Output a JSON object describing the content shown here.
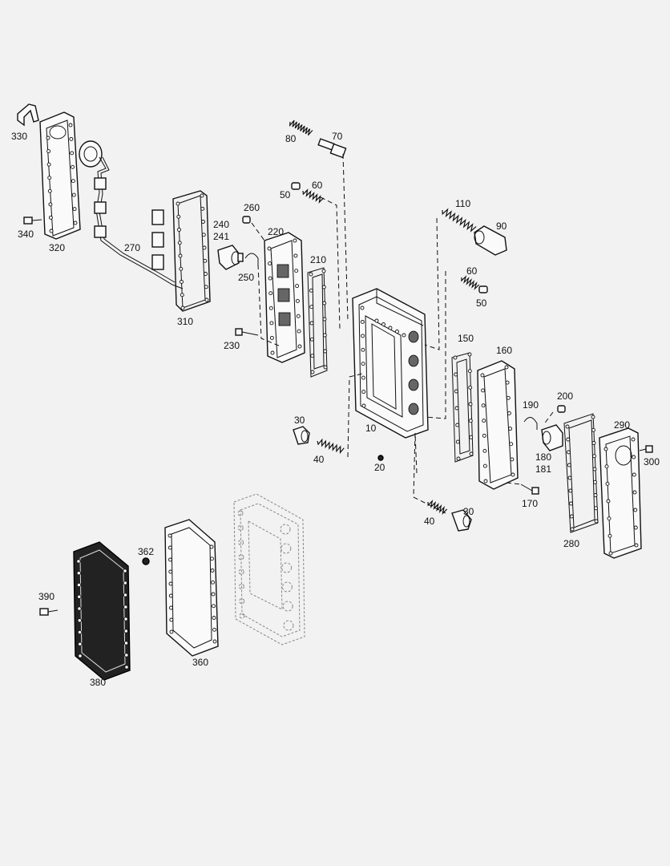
{
  "labels": {
    "l330": "330",
    "l320": "320",
    "l340": "340",
    "l270": "270",
    "l310": "310",
    "l80": "80",
    "l70": "70",
    "l50a": "50",
    "l60a": "60",
    "l260": "260",
    "l240": "240",
    "l241": "241",
    "l250": "250",
    "l220": "220",
    "l210": "210",
    "l230": "230",
    "l110": "110",
    "l90": "90",
    "l60b": "60",
    "l50b": "50",
    "l150": "150",
    "l160": "160",
    "l190": "190",
    "l200": "200",
    "l290": "290",
    "l300": "300",
    "l180": "180",
    "l181": "181",
    "l170": "170",
    "l280": "280",
    "l10": "10",
    "l30a": "30",
    "l40a": "40",
    "l20": "20",
    "l40b": "40",
    "l30b": "30",
    "l362": "362",
    "l390": "390",
    "l360": "360",
    "l380": "380"
  }
}
